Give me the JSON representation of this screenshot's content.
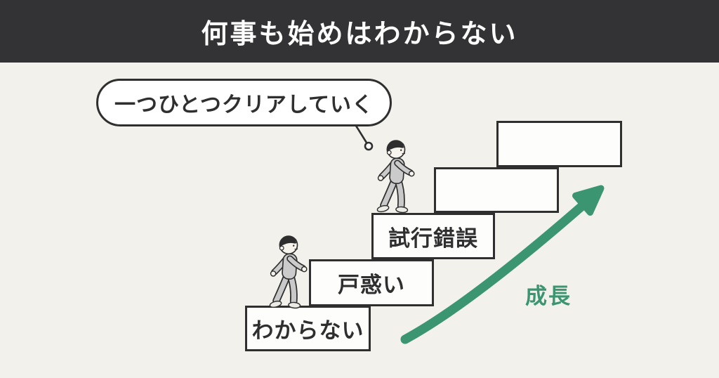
{
  "header": {
    "title": "何事も始めはわからない"
  },
  "bubble": {
    "text": "一つひとつクリアしていく"
  },
  "steps": [
    {
      "label": "わからない"
    },
    {
      "label": "戸惑い"
    },
    {
      "label": "試行錯誤"
    },
    {
      "label": ""
    },
    {
      "label": ""
    }
  ],
  "growth": {
    "label": "成長"
  },
  "colors": {
    "header_bg": "#333336",
    "background": "#f2f1ec",
    "outline": "#2f2f2f",
    "box_fill": "#fdfdfc",
    "accent_green": "#3a9570"
  },
  "icons": {
    "growth_arrow": "curved-up-right-arrow",
    "person": "walking-person",
    "bubble_pointer": "line-with-dot"
  }
}
